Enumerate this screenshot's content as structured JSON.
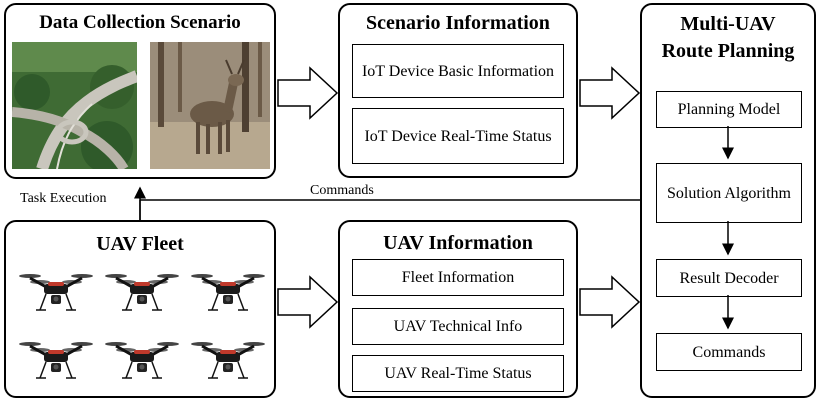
{
  "panels": {
    "scenario": {
      "title": "Data Collection Scenario"
    },
    "scenario_info": {
      "title": "Scenario Information",
      "items": [
        "IoT Device Basic Information",
        "IoT Device Real-Time Status"
      ]
    },
    "planning": {
      "title_line1": "Multi-UAV",
      "title_line2": "Route Planning",
      "steps": [
        "Planning Model",
        "Solution Algorithm",
        "Result Decoder",
        "Commands"
      ]
    },
    "fleet": {
      "title": "UAV Fleet",
      "drone_count": 6
    },
    "uav_info": {
      "title": "UAV Information",
      "items": [
        "Fleet Information",
        "UAV Technical Info",
        "UAV Real-Time Status"
      ]
    }
  },
  "labels": {
    "task_execution": "Task Execution",
    "commands": "Commands"
  },
  "colors": {
    "line": "#000000",
    "forest": "#3f6b34",
    "road": "#c9c6bd",
    "deer": "#6b5a47",
    "woods": "#9b8d7a"
  },
  "icons": [
    "highway-photo",
    "deer-photo",
    "drone-icon"
  ]
}
